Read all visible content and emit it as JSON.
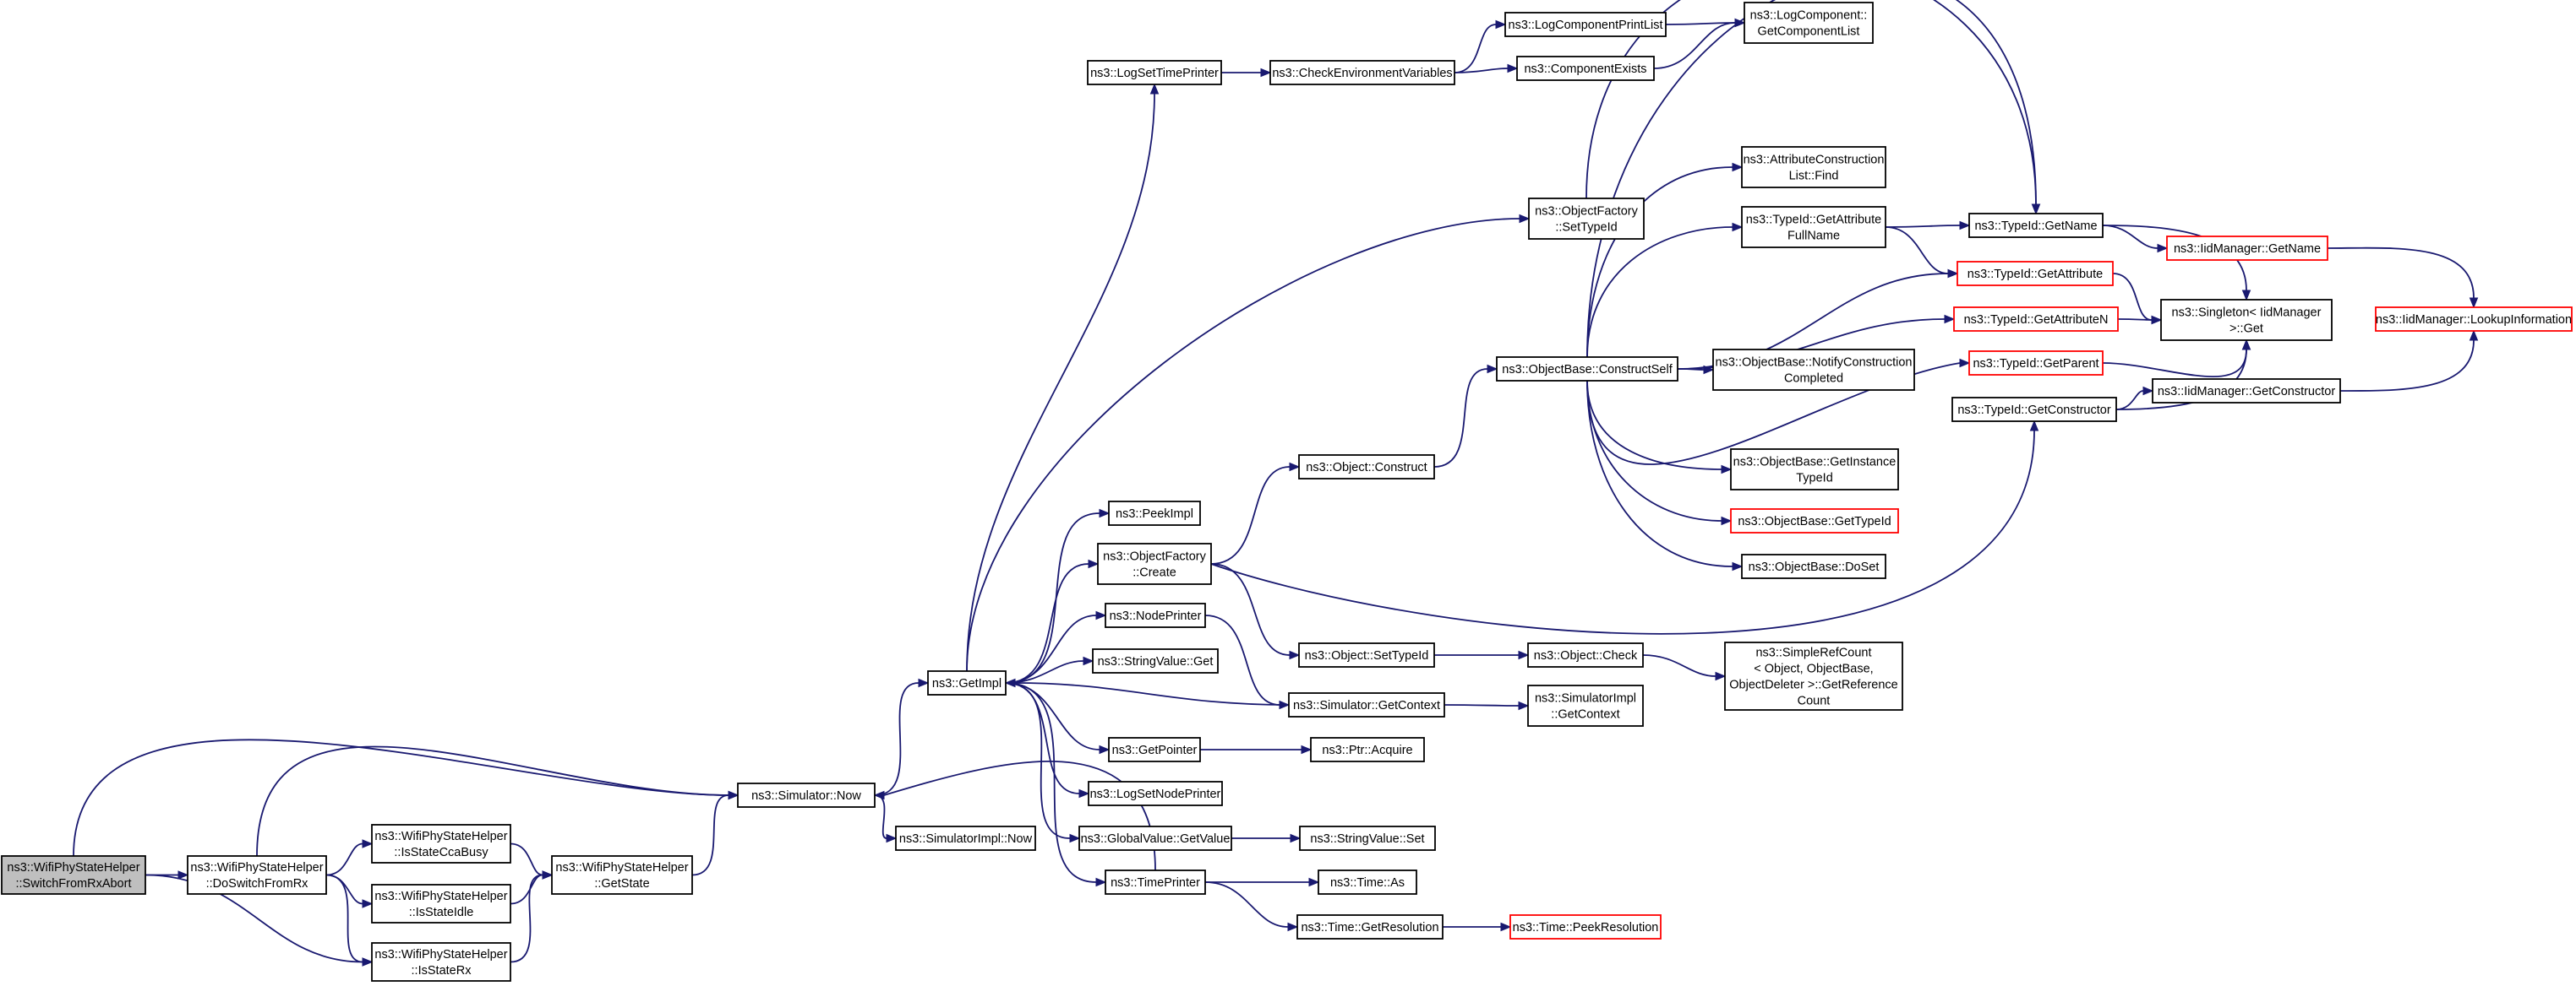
{
  "colors": {
    "edge": "#191970",
    "node_border": "#000000",
    "truncated_node_border": "#ff0000",
    "root_fill": "#bfbfbf",
    "background": "#ffffff"
  },
  "graph": {
    "root": "switch_from_rx_abort",
    "nodes": [
      {
        "id": "switch_from_rx_abort",
        "lines": [
          "ns3::WifiPhyStateHelper",
          "::SwitchFromRxAbort"
        ],
        "root": true
      },
      {
        "id": "do_switch_from_rx",
        "lines": [
          "ns3::WifiPhyStateHelper",
          "::DoSwitchFromRx"
        ]
      },
      {
        "id": "is_state_cca_busy",
        "lines": [
          "ns3::WifiPhyStateHelper",
          "::IsStateCcaBusy"
        ]
      },
      {
        "id": "is_state_idle",
        "lines": [
          "ns3::WifiPhyStateHelper",
          "::IsStateIdle"
        ]
      },
      {
        "id": "is_state_rx",
        "lines": [
          "ns3::WifiPhyStateHelper",
          "::IsStateRx"
        ]
      },
      {
        "id": "get_state",
        "lines": [
          "ns3::WifiPhyStateHelper",
          "::GetState"
        ]
      },
      {
        "id": "simulator_now",
        "lines": [
          "ns3::Simulator::Now"
        ]
      },
      {
        "id": "simulator_impl_now",
        "lines": [
          "ns3::SimulatorImpl::Now"
        ]
      },
      {
        "id": "get_impl",
        "lines": [
          "ns3::GetImpl"
        ]
      },
      {
        "id": "log_set_time_printer",
        "lines": [
          "ns3::LogSetTimePrinter"
        ]
      },
      {
        "id": "check_env_vars",
        "lines": [
          "ns3::CheckEnvironmentVariables"
        ]
      },
      {
        "id": "log_component_print_list",
        "lines": [
          "ns3::LogComponentPrintList"
        ]
      },
      {
        "id": "component_exists",
        "lines": [
          "ns3::ComponentExists"
        ]
      },
      {
        "id": "log_component_get_list",
        "lines": [
          "ns3::LogComponent::",
          "GetComponentList"
        ]
      },
      {
        "id": "peek_impl",
        "lines": [
          "ns3::PeekImpl"
        ]
      },
      {
        "id": "object_factory_create",
        "lines": [
          "ns3::ObjectFactory",
          "::Create"
        ]
      },
      {
        "id": "node_printer",
        "lines": [
          "ns3::NodePrinter"
        ]
      },
      {
        "id": "string_value_get",
        "lines": [
          "ns3::StringValue::Get"
        ]
      },
      {
        "id": "get_pointer",
        "lines": [
          "ns3::GetPointer"
        ]
      },
      {
        "id": "log_set_node_printer",
        "lines": [
          "ns3::LogSetNodePrinter"
        ]
      },
      {
        "id": "global_value_get_value",
        "lines": [
          "ns3::GlobalValue::GetValue"
        ]
      },
      {
        "id": "time_printer",
        "lines": [
          "ns3::TimePrinter"
        ]
      },
      {
        "id": "object_factory_set_type_id",
        "lines": [
          "ns3::ObjectFactory",
          "::SetTypeId"
        ]
      },
      {
        "id": "object_construct",
        "lines": [
          "ns3::Object::Construct"
        ]
      },
      {
        "id": "object_set_type_id",
        "lines": [
          "ns3::Object::SetTypeId"
        ]
      },
      {
        "id": "simulator_get_context",
        "lines": [
          "ns3::Simulator::GetContext"
        ]
      },
      {
        "id": "ptr_acquire",
        "lines": [
          "ns3::Ptr::Acquire"
        ]
      },
      {
        "id": "string_value_set",
        "lines": [
          "ns3::StringValue::Set"
        ]
      },
      {
        "id": "time_as",
        "lines": [
          "ns3::Time::As"
        ]
      },
      {
        "id": "time_get_resolution",
        "lines": [
          "ns3::Time::GetResolution"
        ]
      },
      {
        "id": "time_peek_resolution",
        "lines": [
          "ns3::Time::PeekResolution"
        ],
        "truncated": true
      },
      {
        "id": "object_base_construct_self",
        "lines": [
          "ns3::ObjectBase::ConstructSelf"
        ]
      },
      {
        "id": "object_check",
        "lines": [
          "ns3::Object::Check"
        ]
      },
      {
        "id": "simulator_impl_get_context",
        "lines": [
          "ns3::SimulatorImpl",
          "::GetContext"
        ]
      },
      {
        "id": "attr_construction_list_find",
        "lines": [
          "ns3::AttributeConstruction",
          "List::Find"
        ]
      },
      {
        "id": "type_id_get_attribute_full_name",
        "lines": [
          "ns3::TypeId::GetAttribute",
          "FullName"
        ]
      },
      {
        "id": "object_base_notify_construction_completed",
        "lines": [
          "ns3::ObjectBase::NotifyConstruction",
          "Completed"
        ]
      },
      {
        "id": "object_base_get_instance_type_id",
        "lines": [
          "ns3::ObjectBase::GetInstance",
          "TypeId"
        ]
      },
      {
        "id": "object_base_get_type_id",
        "lines": [
          "ns3::ObjectBase::GetTypeId"
        ],
        "truncated": true
      },
      {
        "id": "object_base_do_set",
        "lines": [
          "ns3::ObjectBase::DoSet"
        ]
      },
      {
        "id": "simple_ref_count_get_reference_count",
        "lines": [
          "ns3::SimpleRefCount",
          "< Object, ObjectBase,",
          "ObjectDeleter >::GetReference",
          "Count"
        ]
      },
      {
        "id": "type_id_get_name",
        "lines": [
          "ns3::TypeId::GetName"
        ]
      },
      {
        "id": "type_id_get_attribute",
        "lines": [
          "ns3::TypeId::GetAttribute"
        ],
        "truncated": true
      },
      {
        "id": "type_id_get_attribute_n",
        "lines": [
          "ns3::TypeId::GetAttributeN"
        ],
        "truncated": true
      },
      {
        "id": "type_id_get_parent",
        "lines": [
          "ns3::TypeId::GetParent"
        ],
        "truncated": true
      },
      {
        "id": "type_id_get_constructor",
        "lines": [
          "ns3::TypeId::GetConstructor"
        ]
      },
      {
        "id": "iid_manager_get_name",
        "lines": [
          "ns3::IidManager::GetName"
        ],
        "truncated": true
      },
      {
        "id": "singleton_iid_manager_get",
        "lines": [
          "ns3::Singleton< IidManager",
          ">::Get"
        ]
      },
      {
        "id": "iid_manager_get_constructor",
        "lines": [
          "ns3::IidManager::GetConstructor"
        ]
      },
      {
        "id": "iid_manager_lookup_information",
        "lines": [
          "ns3::IidManager::LookupInformation"
        ],
        "truncated": true
      }
    ],
    "edges": [
      [
        "switch_from_rx_abort",
        "simulator_now"
      ],
      [
        "switch_from_rx_abort",
        "do_switch_from_rx"
      ],
      [
        "switch_from_rx_abort",
        "is_state_rx"
      ],
      [
        "do_switch_from_rx",
        "simulator_now"
      ],
      [
        "do_switch_from_rx",
        "is_state_cca_busy"
      ],
      [
        "do_switch_from_rx",
        "is_state_idle"
      ],
      [
        "do_switch_from_rx",
        "is_state_rx"
      ],
      [
        "is_state_cca_busy",
        "get_state"
      ],
      [
        "is_state_idle",
        "get_state"
      ],
      [
        "is_state_rx",
        "get_state"
      ],
      [
        "get_state",
        "simulator_now"
      ],
      [
        "simulator_now",
        "get_impl"
      ],
      [
        "simulator_now",
        "simulator_impl_now"
      ],
      [
        "get_impl",
        "log_set_time_printer"
      ],
      [
        "get_impl",
        "object_factory_set_type_id"
      ],
      [
        "get_impl",
        "peek_impl"
      ],
      [
        "get_impl",
        "object_factory_create"
      ],
      [
        "get_impl",
        "node_printer"
      ],
      [
        "get_impl",
        "string_value_get"
      ],
      [
        "get_impl",
        "get_pointer"
      ],
      [
        "get_impl",
        "log_set_node_printer"
      ],
      [
        "get_impl",
        "global_value_get_value"
      ],
      [
        "get_impl",
        "time_printer"
      ],
      [
        "time_printer",
        "simulator_now"
      ],
      [
        "log_set_time_printer",
        "check_env_vars"
      ],
      [
        "check_env_vars",
        "log_component_print_list"
      ],
      [
        "check_env_vars",
        "component_exists"
      ],
      [
        "log_component_print_list",
        "log_component_get_list"
      ],
      [
        "component_exists",
        "log_component_get_list"
      ],
      [
        "object_factory_create",
        "object_construct"
      ],
      [
        "object_factory_create",
        "object_set_type_id"
      ],
      [
        "object_factory_create",
        "type_id_get_constructor"
      ],
      [
        "node_printer",
        "simulator_get_context"
      ],
      [
        "simulator_get_context",
        "get_impl"
      ],
      [
        "simulator_get_context",
        "simulator_impl_get_context"
      ],
      [
        "object_set_type_id",
        "object_check"
      ],
      [
        "object_check",
        "simple_ref_count_get_reference_count"
      ],
      [
        "get_pointer",
        "ptr_acquire"
      ],
      [
        "global_value_get_value",
        "string_value_set"
      ],
      [
        "time_printer",
        "time_as"
      ],
      [
        "time_printer",
        "time_get_resolution"
      ],
      [
        "time_get_resolution",
        "time_peek_resolution"
      ],
      [
        "object_construct",
        "object_base_construct_self"
      ],
      [
        "object_factory_set_type_id",
        "type_id_get_name"
      ],
      [
        "object_base_construct_self",
        "type_id_get_name"
      ],
      [
        "object_base_construct_self",
        "attr_construction_list_find"
      ],
      [
        "object_base_construct_self",
        "type_id_get_attribute_full_name"
      ],
      [
        "object_base_construct_self",
        "type_id_get_attribute"
      ],
      [
        "object_base_construct_self",
        "type_id_get_attribute_n"
      ],
      [
        "object_base_construct_self",
        "object_base_notify_construction_completed"
      ],
      [
        "object_base_construct_self",
        "type_id_get_parent"
      ],
      [
        "object_base_construct_self",
        "object_base_get_instance_type_id"
      ],
      [
        "object_base_construct_self",
        "object_base_get_type_id"
      ],
      [
        "object_base_construct_self",
        "object_base_do_set"
      ],
      [
        "type_id_get_attribute_full_name",
        "type_id_get_name"
      ],
      [
        "type_id_get_attribute_full_name",
        "type_id_get_attribute"
      ],
      [
        "type_id_get_name",
        "iid_manager_get_name"
      ],
      [
        "type_id_get_name",
        "singleton_iid_manager_get"
      ],
      [
        "type_id_get_attribute",
        "singleton_iid_manager_get"
      ],
      [
        "type_id_get_attribute_n",
        "singleton_iid_manager_get"
      ],
      [
        "type_id_get_parent",
        "singleton_iid_manager_get"
      ],
      [
        "type_id_get_constructor",
        "singleton_iid_manager_get"
      ],
      [
        "type_id_get_constructor",
        "iid_manager_get_constructor"
      ],
      [
        "iid_manager_get_name",
        "iid_manager_lookup_information"
      ],
      [
        "iid_manager_get_constructor",
        "iid_manager_lookup_information"
      ]
    ]
  }
}
